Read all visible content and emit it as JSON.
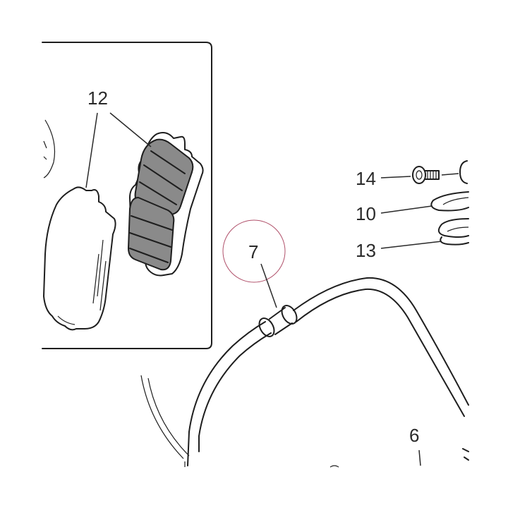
{
  "diagram": {
    "callouts": {
      "pads": "12",
      "screw": "14",
      "washer_a": "10",
      "washer_b": "13",
      "clip": "7",
      "hose": "6"
    },
    "colors": {
      "line": "#1e1e1e",
      "pad_friction": "#8a8a8a",
      "highlight_circle": "#b0506a"
    }
  }
}
